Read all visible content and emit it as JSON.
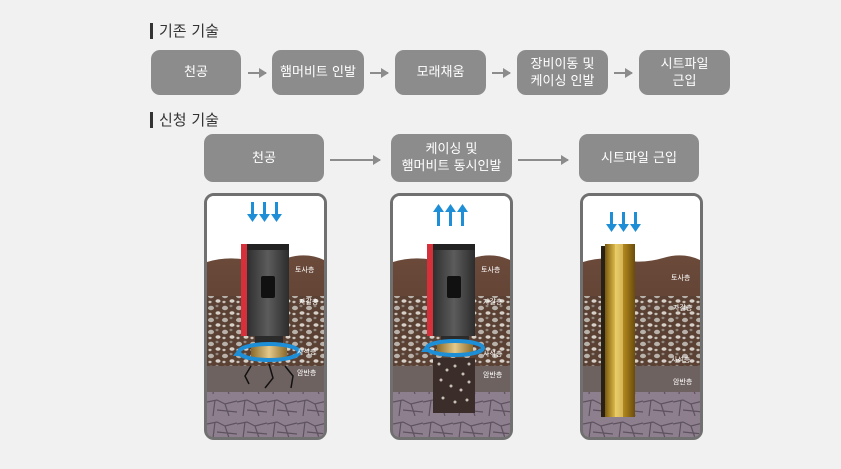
{
  "legacy": {
    "title": "기존 기술",
    "steps": [
      "천공",
      "햄머비트 인발",
      "모래채움",
      "장비이동 및\n케이싱 인발",
      "시트파일\n근입"
    ]
  },
  "new": {
    "title": "신청 기술",
    "steps": [
      "천공",
      "케이싱 및\n햄머비트 동시인발",
      "시트파일 근입"
    ]
  },
  "layers": {
    "soil": "토사층",
    "gravel": "자갈층",
    "sandstone": "사석층",
    "rock": "암반층"
  },
  "colors": {
    "box": "#8c8c8c",
    "arrow_blue": "#1e8fd6",
    "casing": "#4a4a4a",
    "casing_stripe": "#d6313a",
    "sheet_pile": "#c9a227"
  }
}
